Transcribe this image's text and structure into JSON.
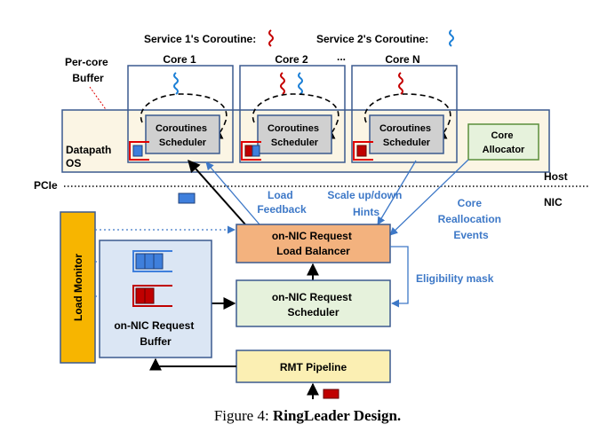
{
  "legend": {
    "service1": "Service 1's Coroutine:",
    "service2": "Service 2's Coroutine:"
  },
  "cores": [
    {
      "label": "Core 1",
      "scheduler": [
        "Coroutines",
        "Scheduler"
      ]
    },
    {
      "label": "Core 2",
      "scheduler": [
        "Coroutines",
        "Scheduler"
      ]
    },
    {
      "label": "Core N",
      "scheduler": [
        "Coroutines",
        "Scheduler"
      ]
    }
  ],
  "ellipsis": "...",
  "per_core_buffer": [
    "Per-core",
    "Buffer"
  ],
  "datapath_os": [
    "Datapath",
    "OS"
  ],
  "core_allocator": [
    "Core",
    "Allocator"
  ],
  "host": "Host",
  "nic": "NIC",
  "pcie": "PCIe",
  "load_feedback": [
    "Load",
    "Feedback"
  ],
  "scale_hints": [
    "Scale up/down",
    "Hints"
  ],
  "core_reallocation": [
    "Core",
    "Reallocation",
    "Events"
  ],
  "eligibility_mask": "Eligibility mask",
  "load_balancer": [
    "on-NIC Request",
    "Load Balancer"
  ],
  "request_scheduler": [
    "on-NIC Request",
    "Scheduler"
  ],
  "request_buffer": [
    "on-NIC Request",
    "Buffer"
  ],
  "load_monitor": "Load Monitor",
  "rmt_pipeline": "RMT Pipeline",
  "caption": {
    "prefix": "Figure 4: ",
    "title": "RingLeader Design."
  },
  "colors": {
    "host_bg": "#fbf5e4",
    "box_border": "#3b5a8f",
    "scheduler_fill": "#d0d0d0",
    "lb_fill": "#f3b27e",
    "sched_fill": "#e6f2dc",
    "buffer_fill": "#dbe6f4",
    "monitor_fill": "#f7b500",
    "rmt_fill": "#fbefb3",
    "red": "#c40000",
    "blue": "#1b7fd6",
    "queue_blue": "#3f7fdc",
    "queue_red": "#c00000",
    "annotation_blue": "#3d78c7"
  }
}
